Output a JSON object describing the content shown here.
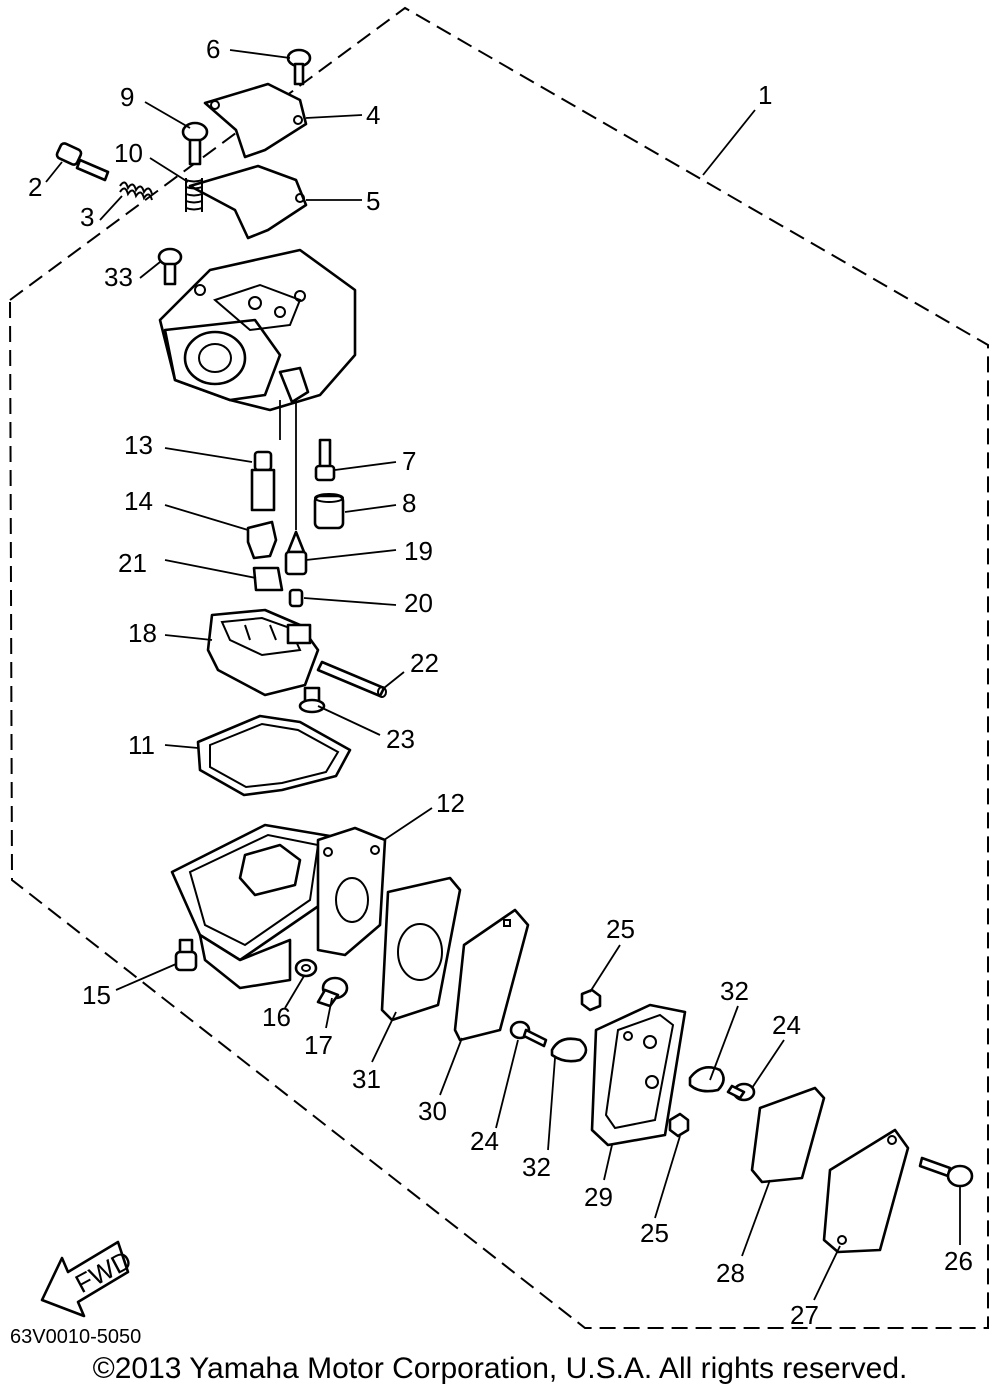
{
  "labels": {
    "l1": "1",
    "l2": "2",
    "l3": "3",
    "l4": "4",
    "l5": "5",
    "l6": "6",
    "l7": "7",
    "l8": "8",
    "l9": "9",
    "l10": "10",
    "l11": "11",
    "l12": "12",
    "l13": "13",
    "l14": "14",
    "l15": "15",
    "l16": "16",
    "l17": "17",
    "l18": "18",
    "l19": "19",
    "l20": "20",
    "l21": "21",
    "l22": "22",
    "l23": "23",
    "l24a": "24",
    "l24b": "24",
    "l25a": "25",
    "l25b": "25",
    "l26": "26",
    "l27": "27",
    "l28": "28",
    "l29": "29",
    "l30": "30",
    "l31": "31",
    "l32a": "32",
    "l32b": "32",
    "l33": "33"
  },
  "fwd_arrow": "FWD",
  "diagram_code": "63V0010-5050",
  "copyright": "©2013 Yamaha Motor Corporation, U.S.A. All rights reserved."
}
